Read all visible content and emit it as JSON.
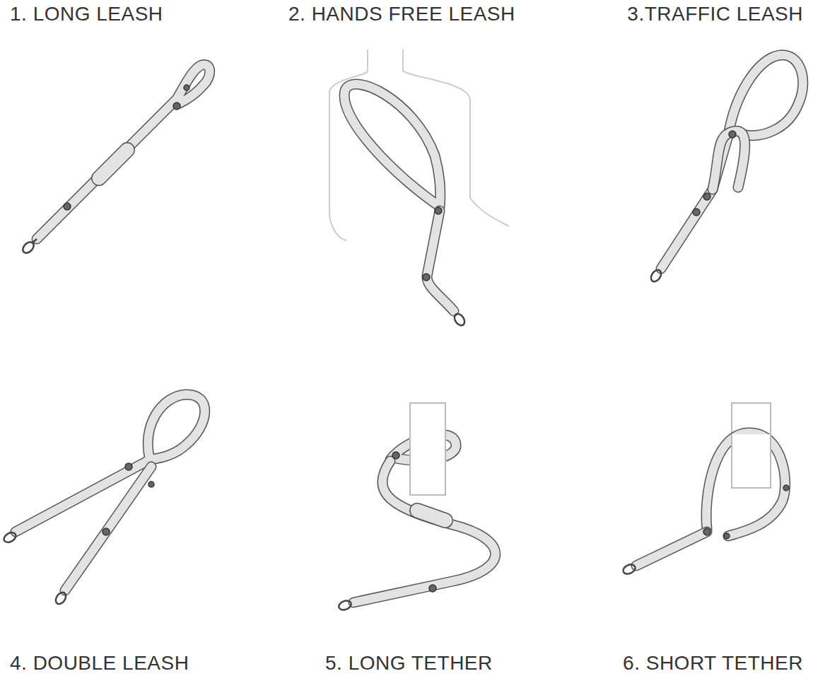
{
  "diagram": {
    "labels": [
      "1. LONG LEASH",
      "2. HANDS FREE LEASH",
      "3.TRAFFIC LEASH",
      "4. DOUBLE LEASH",
      "5. LONG TETHER",
      "6. SHORT TETHER"
    ]
  }
}
